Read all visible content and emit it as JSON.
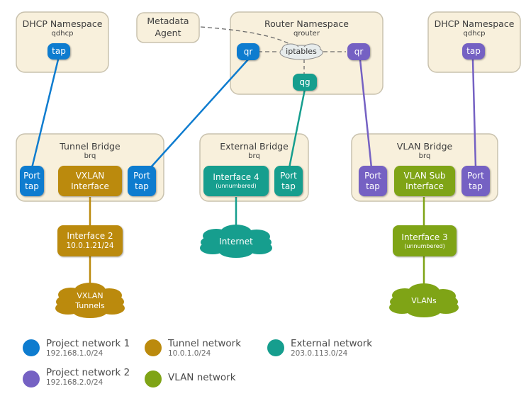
{
  "colors": {
    "project1": "#0e7ccf",
    "tunnel": "#bb8a0d",
    "external": "#169e8e",
    "project2": "#7561c3",
    "vlan": "#7fa416",
    "box_fill": "#f8f0dc",
    "box_stroke": "#c9c2ae"
  },
  "dhcp_left": {
    "title": "DHCP Namespace",
    "sub": "qdhcp",
    "tap": "tap"
  },
  "dhcp_right": {
    "title": "DHCP Namespace",
    "sub": "qdhcp",
    "tap": "tap"
  },
  "metadata": {
    "line1": "Metadata",
    "line2": "Agent"
  },
  "router": {
    "title": "Router Namespace",
    "sub": "qrouter",
    "qr_left": "qr",
    "qr_right": "qr",
    "iptables": "iptables",
    "qg": "qg"
  },
  "tunnel_bridge": {
    "title": "Tunnel Bridge",
    "sub": "brq",
    "port_left": "Port",
    "tap_left": "tap",
    "vxlan_1": "VXLAN",
    "vxlan_2": "Interface",
    "port_right": "Port",
    "tap_right": "tap"
  },
  "external_bridge": {
    "title": "External Bridge",
    "sub": "brq",
    "iface_1": "Interface 4",
    "iface_2": "(unnumbered)",
    "port": "Port",
    "tap": "tap"
  },
  "vlan_bridge": {
    "title": "VLAN Bridge",
    "sub": "brq",
    "port_left": "Port",
    "tap_left": "tap",
    "sub_1": "VLAN Sub",
    "sub_2": "Interface",
    "port_right": "Port",
    "tap_right": "tap"
  },
  "iface2": {
    "line1": "Interface 2",
    "line2": "10.0.1.21/24"
  },
  "iface3": {
    "line1": "Interface 3",
    "line2": "(unnumbered)"
  },
  "cloud_internet": "Internet",
  "cloud_vxlan": {
    "line1": "VXLAN",
    "line2": "Tunnels"
  },
  "cloud_vlans": "VLANs",
  "legend": {
    "project1": {
      "name": "Project network 1",
      "cidr": "192.168.1.0/24"
    },
    "tunnel": {
      "name": "Tunnel network",
      "cidr": "10.0.1.0/24"
    },
    "external": {
      "name": "External network",
      "cidr": "203.0.113.0/24"
    },
    "project2": {
      "name": "Project network 2",
      "cidr": "192.168.2.0/24"
    },
    "vlan": {
      "name": "VLAN network"
    }
  }
}
